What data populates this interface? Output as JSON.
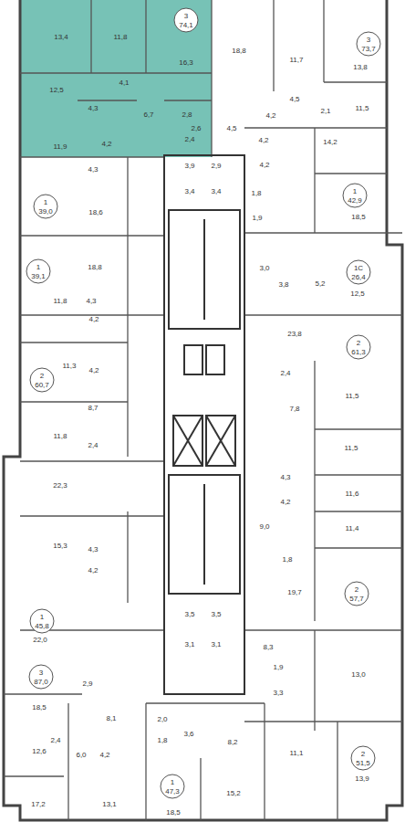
{
  "diagram": {
    "nodes": [
      {
        "text": [
          "13,4",
          "11,8",
          "3",
          "74,1",
          "16,3",
          "4,1",
          "12,5",
          "4,3",
          "6,7",
          "2,8",
          "2,4"
        ]
      }
    ],
    "labels": [
      "18,8",
      "11,7",
      "3",
      "73,7",
      "13,8",
      "4,5",
      "11,5",
      "2,1",
      "4,2",
      "2,6",
      "4,5",
      "11,9",
      "4,2",
      "4,2",
      "14,2",
      "3,9",
      "2,9",
      "4,3",
      "4,2",
      "3,4",
      "3,4",
      "1",
      "39,0",
      "18,6",
      "1,8",
      "1",
      "42,9",
      "18,5",
      "1,9",
      "1",
      "39,1",
      "18,8",
      "3,0",
      "1C",
      "26,4",
      "3,8",
      "5,2",
      "12,5",
      "11,8",
      "4,3",
      "4,2",
      "23,8",
      "2",
      "61,3",
      "11,3",
      "4,2",
      "2",
      "60,7",
      "2,4",
      "11,5",
      "8,7",
      "7,8",
      "11,8",
      "2,4",
      "11,5",
      "4,3",
      "22,3",
      "11,6",
      "4,2",
      "9,0",
      "11,4",
      "15,3",
      "4,3",
      "1,8",
      "4,2",
      "19,7",
      "2",
      "57,7",
      "3,5",
      "3,5",
      "1",
      "45,8",
      "22,0",
      "3,1",
      "3,1",
      "8,3",
      "1,9",
      "3",
      "87,0",
      "13,0",
      "2,9",
      "3,3",
      "18,5",
      "8,1",
      "2,0",
      "3,6",
      "1,8",
      "8,2",
      "2,4",
      "12,6",
      "6,0",
      "4,2",
      "11,1",
      "2",
      "51,5",
      "13,9",
      "1",
      "47,3",
      "17,2",
      "13,1",
      "15,2",
      "18,5"
    ]
  }
}
